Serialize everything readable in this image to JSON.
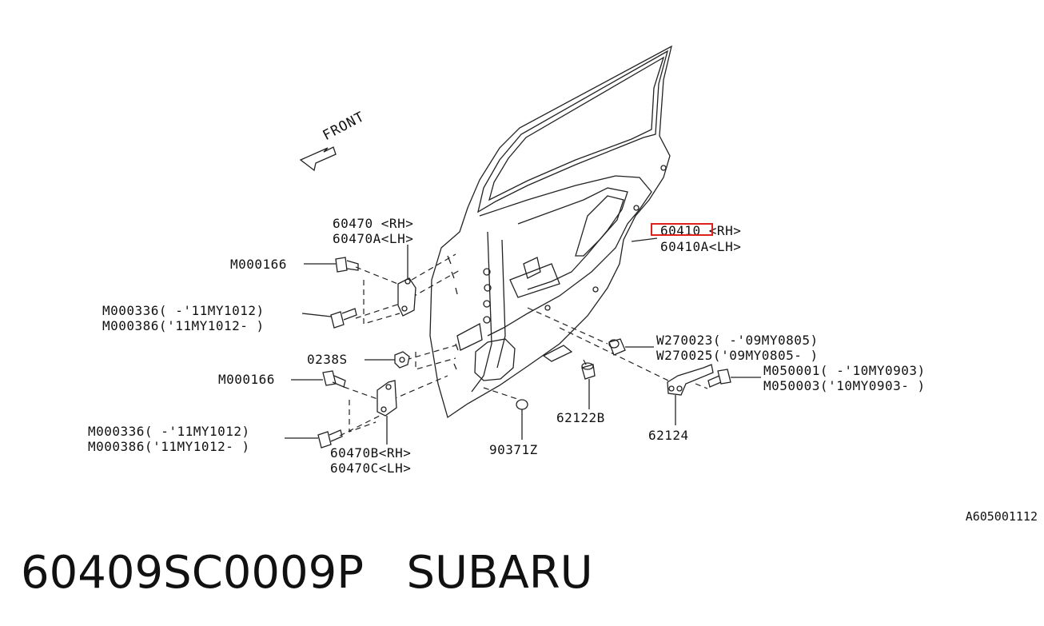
{
  "diagram": {
    "front_label": "FRONT",
    "callouts": [
      {
        "id": "door-panel",
        "lines": [
          "60410 <RH>",
          "60410A<LH>"
        ],
        "highlighted": "60410"
      },
      {
        "id": "upper-hinge",
        "lines": [
          "60470 <RH>",
          "60470A<LH>"
        ]
      },
      {
        "id": "bolt-upper",
        "lines": [
          "M000166"
        ]
      },
      {
        "id": "bolt-upper-2",
        "lines": [
          "M000336( -'11MY1012)",
          "M000386('11MY1012- )"
        ]
      },
      {
        "id": "nut",
        "lines": [
          "0238S"
        ]
      },
      {
        "id": "bolt-lower",
        "lines": [
          "M000166"
        ]
      },
      {
        "id": "bolt-lower-2",
        "lines": [
          "M000336( -'11MY1012)",
          "M000386('11MY1012- )"
        ]
      },
      {
        "id": "lower-hinge",
        "lines": [
          "60470B<RH>",
          "60470C<LH>"
        ]
      },
      {
        "id": "plug",
        "lines": [
          "90371Z"
        ]
      },
      {
        "id": "grommet",
        "lines": [
          "62122B"
        ]
      },
      {
        "id": "bumper",
        "lines": [
          "W270023( -'09MY0805)",
          "W270025('09MY0805- )"
        ]
      },
      {
        "id": "checker-bolt",
        "lines": [
          "M050001( -'10MY0903)",
          "M050003('10MY0903- )"
        ]
      },
      {
        "id": "checker",
        "lines": [
          "62124"
        ]
      }
    ],
    "drawing_code": "A605001112"
  },
  "footer": {
    "part_number": "60409SC0009P",
    "brand": "SUBARU"
  },
  "colors": {
    "highlight": "#e0201c",
    "ink": "#222222"
  }
}
